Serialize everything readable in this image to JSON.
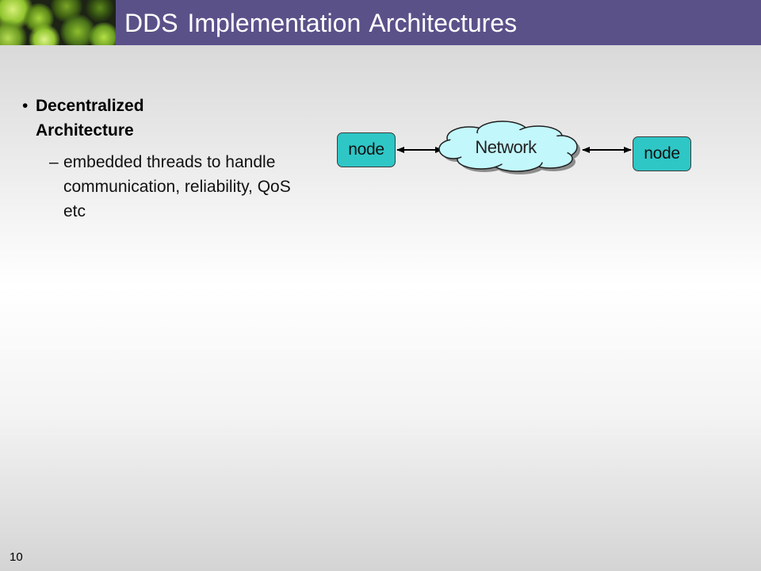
{
  "slide": {
    "title": "DDS Implementation Architectures",
    "page_number": "10"
  },
  "content": {
    "bullet": "Decentralized Architecture",
    "sub_bullet": "embedded threads to handle communication, reliability, QoS etc"
  },
  "diagram": {
    "left_node": "node",
    "network": "Network",
    "right_node": "node"
  },
  "colors": {
    "title_bar": "#5b5189",
    "node_fill": "#2fc6c6",
    "cloud_fill": "#c2f7fb"
  }
}
